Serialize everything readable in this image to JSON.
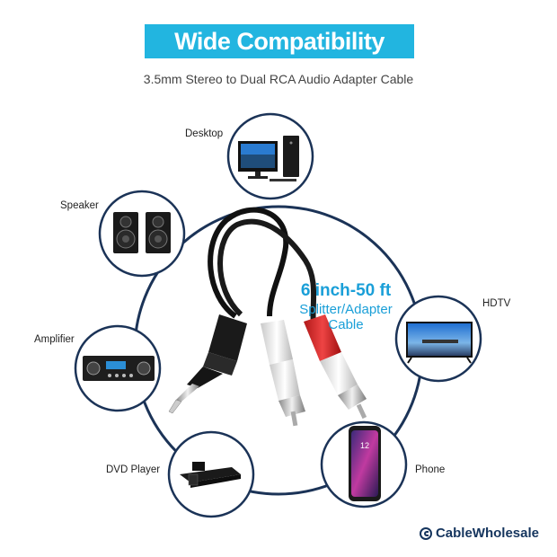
{
  "header": {
    "title": "Wide Compatibility",
    "subtitle": "3.5mm Stereo to Dual RCA Audio Adapter Cable"
  },
  "center": {
    "line1": "6 inch-50 ft",
    "line2": "Splitter/Adapter",
    "line3": "Cable"
  },
  "devices": [
    {
      "id": "desktop",
      "label": "Desktop",
      "icon": "desktop-computer-icon"
    },
    {
      "id": "speaker",
      "label": "Speaker",
      "icon": "speaker-pair-icon"
    },
    {
      "id": "amplifier",
      "label": "Amplifier",
      "icon": "amplifier-icon"
    },
    {
      "id": "dvd",
      "label": "DVD Player",
      "icon": "dvd-player-icon"
    },
    {
      "id": "phone",
      "label": "Phone",
      "icon": "smartphone-icon"
    },
    {
      "id": "hdtv",
      "label": "HDTV",
      "icon": "television-icon"
    }
  ],
  "brand": {
    "name": "CableWholesale",
    "color": "#15355e"
  },
  "colors": {
    "accent": "#22b5e0",
    "ring": "#1b3357",
    "rca_red": "#d42a2a",
    "rca_white": "#e8e8e8"
  }
}
